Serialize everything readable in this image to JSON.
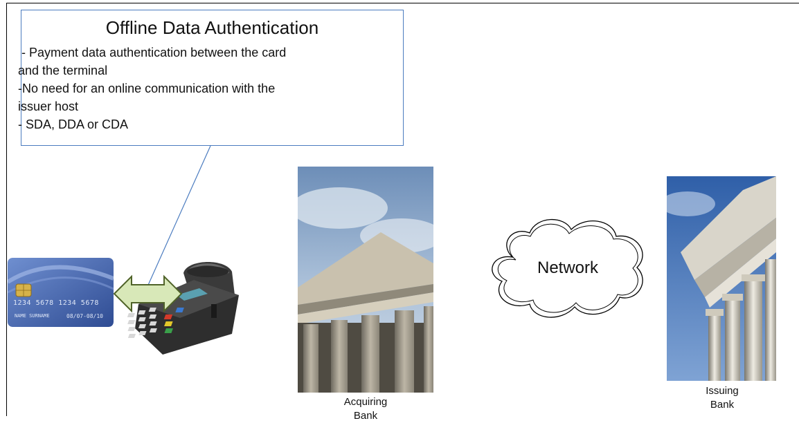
{
  "callout": {
    "title": "Offline Data Authentication",
    "lines": [
      " - Payment data authentication between the card",
      "and the terminal",
      "-No need for an online communication with the",
      "issuer host",
      "- SDA, DDA or CDA"
    ]
  },
  "card": {
    "number": "1234 5678 1234 5678",
    "name": "NAME SURNAME",
    "validity": "08/07-08/10"
  },
  "network": {
    "label": "Network"
  },
  "acquiring_bank": {
    "line1": "Acquiring",
    "line2": "Bank"
  },
  "issuing_bank": {
    "line1": "Issuing",
    "line2": "Bank"
  },
  "colors": {
    "callout_border": "#4a7bbf",
    "arrow_fill": "#d8e8b8",
    "arrow_stroke": "#4f6228",
    "card_blue": "#3d5fa8"
  }
}
